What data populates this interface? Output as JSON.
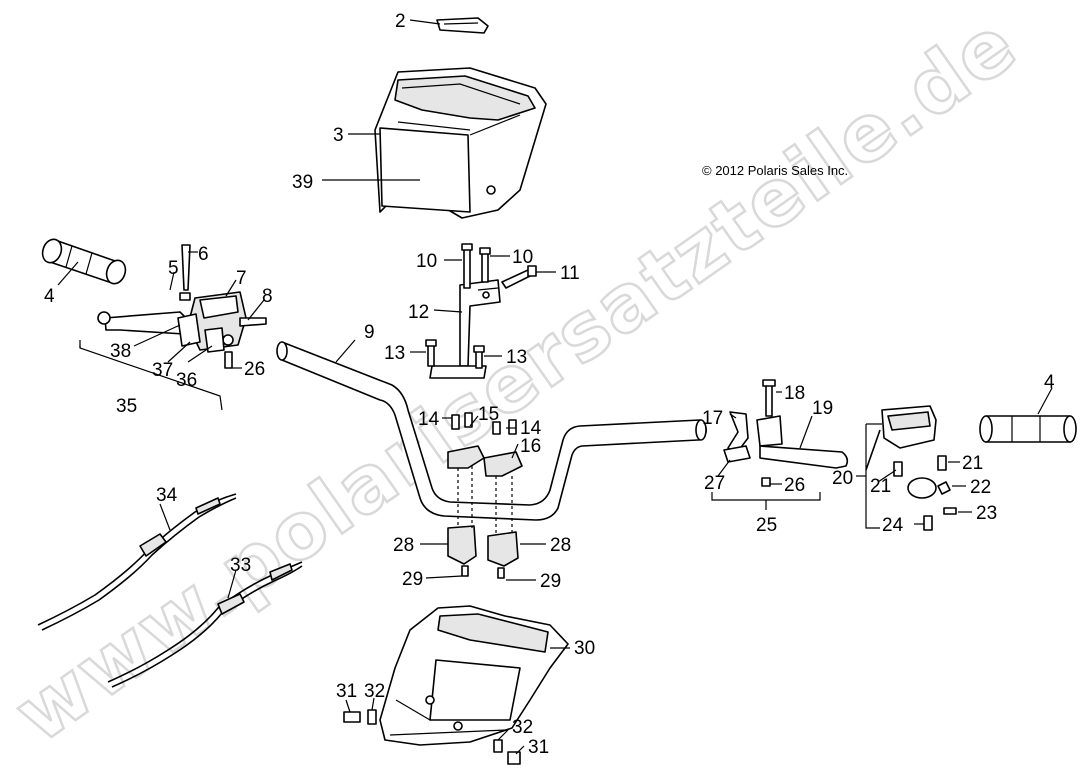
{
  "copyright": "© 2012 Polaris Sales Inc.",
  "watermark": "www.polarisersatzteile.de",
  "callouts": {
    "c2": "2",
    "c3": "3",
    "c39": "39",
    "c4l": "4",
    "c5": "5",
    "c6": "6",
    "c7": "7",
    "c8": "8",
    "c9": "9",
    "c38": "38",
    "c37": "37",
    "c36": "36",
    "c26l": "26",
    "c35": "35",
    "c10a": "10",
    "c10b": "10",
    "c11": "11",
    "c12": "12",
    "c13a": "13",
    "c13b": "13",
    "c14a": "14",
    "c15": "15",
    "c14b": "14",
    "c16": "16",
    "c28a": "28",
    "c28b": "28",
    "c29a": "29",
    "c29b": "29",
    "c17": "17",
    "c18": "18",
    "c19": "19",
    "c27": "27",
    "c26r": "26",
    "c25": "25",
    "c4r": "4",
    "c20": "20",
    "c21a": "21",
    "c21b": "21",
    "c22": "22",
    "c23": "23",
    "c24": "24",
    "c34": "34",
    "c33": "33",
    "c30": "30",
    "c31a": "31",
    "c32a": "32",
    "c32b": "32",
    "c31b": "31"
  }
}
